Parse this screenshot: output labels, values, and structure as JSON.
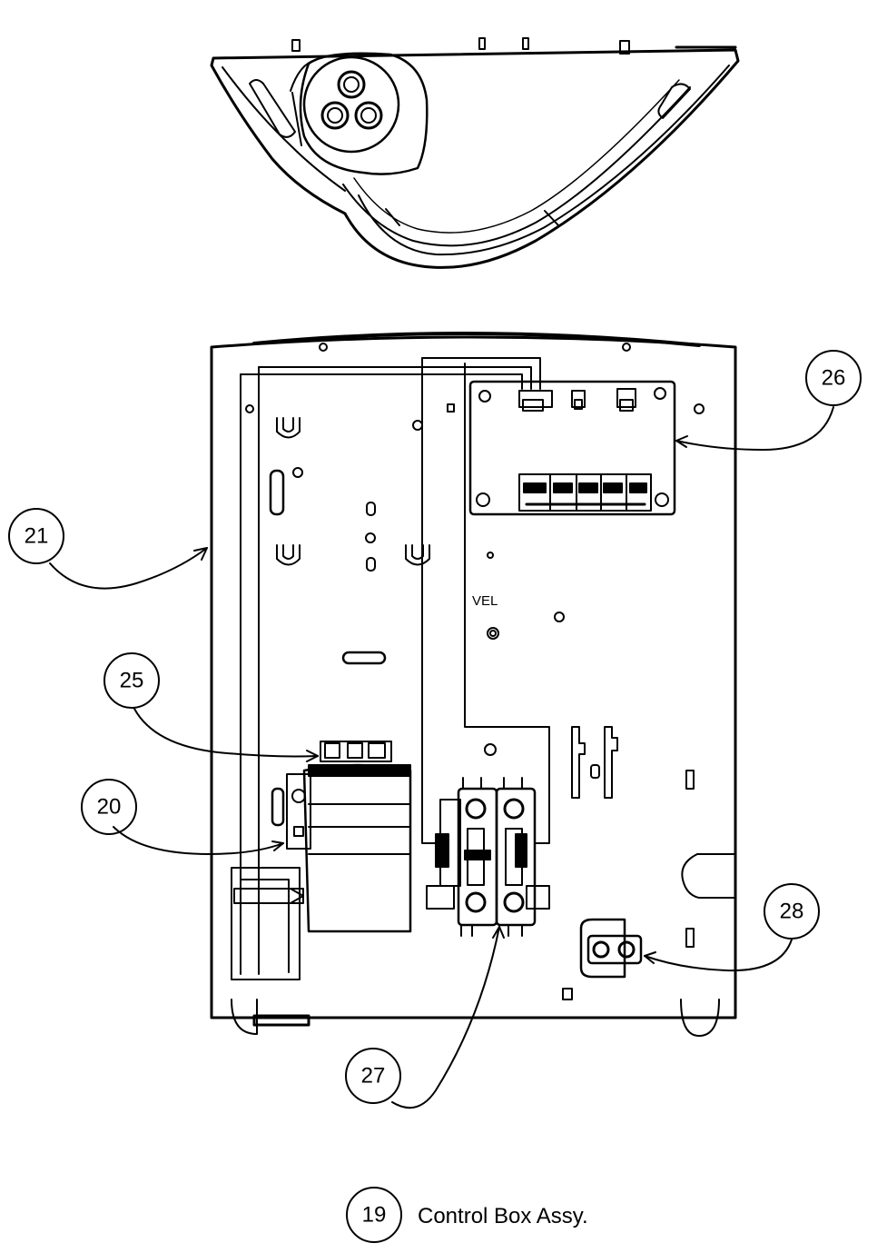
{
  "callouts": [
    {
      "id": "21",
      "label": "21"
    },
    {
      "id": "25",
      "label": "25"
    },
    {
      "id": "20",
      "label": "20"
    },
    {
      "id": "26",
      "label": "26"
    },
    {
      "id": "27",
      "label": "27"
    },
    {
      "id": "28",
      "label": "28"
    }
  ],
  "caption": {
    "number": "19",
    "text": "Control Box Assy."
  },
  "panel_marking": "VEL"
}
